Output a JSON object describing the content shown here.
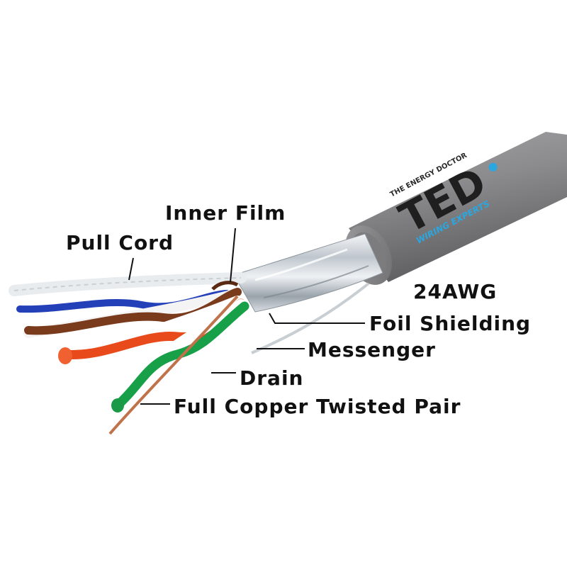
{
  "labels": {
    "inner_film": "Inner Film",
    "pull_cord": "Pull Cord",
    "gauge": "24AWG",
    "foil_shielding": "Foil Shielding",
    "messenger": "Messenger",
    "drain": "Drain",
    "twisted_pair": "Full Copper Twisted Pair"
  },
  "brand": {
    "tagline": "THE ENERGY DOCTOR",
    "logo": "TED",
    "subtitle": "WIRING EXPERTS"
  },
  "colors": {
    "jacket": "#8a8a8c",
    "accent": "#2aa7e0",
    "copper": "#c0724a",
    "text": "#111111"
  }
}
